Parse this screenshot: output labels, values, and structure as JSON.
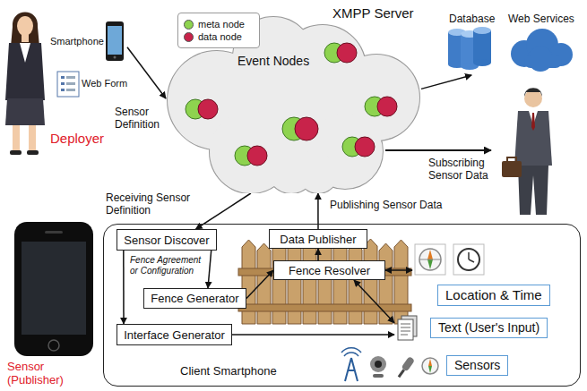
{
  "diagram": {
    "nodes": [
      {
        "text": [
          "Deployer"
        ]
      },
      {
        "text": [
          "XMPP Server",
          "Event Nodes"
        ]
      },
      {
        "text": [
          "Database",
          "Web Services"
        ]
      },
      {
        "text": [
          "Client Smartphone"
        ]
      },
      {
        "text": [
          "Sensor Discover"
        ],
        "in": 3
      },
      {
        "text": [
          "Data Publisher"
        ],
        "in": 3
      },
      {
        "text": [
          "Fence Generator"
        ],
        "in": 3
      },
      {
        "text": [
          "Fence Resolver"
        ],
        "in": 3
      },
      {
        "text": [
          "Interface Generator"
        ],
        "in": 3
      },
      {
        "text": [
          "Location & Time"
        ],
        "in": 3
      },
      {
        "text": [
          "Text (User's Input)"
        ],
        "in": 3
      },
      {
        "text": [
          "Sensors"
        ],
        "in": 3
      }
    ],
    "edges": [
      {
        "from": 0,
        "to": 1,
        "label": "Sensor Definition",
        "arrow": "to"
      },
      {
        "from": 1,
        "to": 2,
        "arrow": "to"
      },
      {
        "from": 1,
        "to": 4,
        "label": "Receiving Sensor Definition",
        "arrow": "to"
      },
      {
        "from": 5,
        "to": 1,
        "label": "Publishing Sensor Data",
        "arrow": "to"
      },
      {
        "from": 4,
        "to": 6,
        "arrow": "to"
      },
      {
        "from": 4,
        "to": 8,
        "arrow": "to"
      },
      {
        "from": 6,
        "to": 7,
        "arrow": "to"
      },
      {
        "from": 7,
        "to": 5,
        "arrow": "to"
      },
      {
        "from": 7,
        "to": 9,
        "arrow": "both"
      },
      {
        "from": 7,
        "to": 10,
        "arrow": "both"
      },
      {
        "from": 8,
        "to": 10,
        "arrow": "to"
      }
    ],
    "labels": [
      "Smartphone",
      "Web Form",
      "Subscribing Sensor Data",
      "Fence Agreement or Configuration",
      "Sensor (Publisher)"
    ],
    "legend": [
      {
        "text": "meta node",
        "color": "#8ed34f"
      },
      {
        "text": "data node",
        "color": "#c8234a"
      }
    ]
  }
}
